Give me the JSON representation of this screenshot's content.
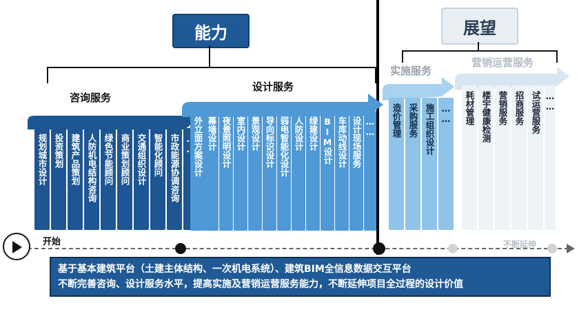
{
  "titles": {
    "ability": "能力",
    "outlook": "展望"
  },
  "sections": {
    "consulting": "咨询服务",
    "design": "设计服务",
    "implementation": "实施服务",
    "marketing": "营销运营服务"
  },
  "consulting_items": [
    "规划城市设计",
    "投资策划",
    "建筑产品策划",
    "人防机电结构咨询",
    "绿色节能顾问",
    "商业策划顾问",
    "交通组织设计",
    "智能化顾问",
    "市政能源协调咨询",
    "……"
  ],
  "design_items": [
    "外立面方案设计",
    "幕墙设计",
    "夜景照明设计",
    "室内设计",
    "景观设计",
    "导向标识设计",
    "弱电智能化设计",
    "人防设计",
    "绿建设计",
    "BIM设计",
    "车库动线设计",
    "设计现场服务",
    "……"
  ],
  "implementation_items": [
    "造价管理",
    "采购服务",
    "施工组织设计",
    "……"
  ],
  "marketing_items": [
    "耗材管理",
    "楼宇健康检测",
    "营销服务",
    "招商服务",
    "试运营服务",
    "……"
  ],
  "timeline": {
    "start": "开始",
    "end": "不断延伸"
  },
  "info": {
    "line1": "基于基本建筑平台（土建主体结构、一次机电系统）、建筑BIM全信息数据交互平台",
    "line2": "不断完善咨询、设计服务水平，提高实施及营销运营服务能力，不断延伸项目全过程的设计价值"
  },
  "colors": {
    "navy": "#1f5a96",
    "mid_blue": "#4e99d6",
    "light_blue": "#8fc3e9",
    "pale": "#eef3f7"
  }
}
